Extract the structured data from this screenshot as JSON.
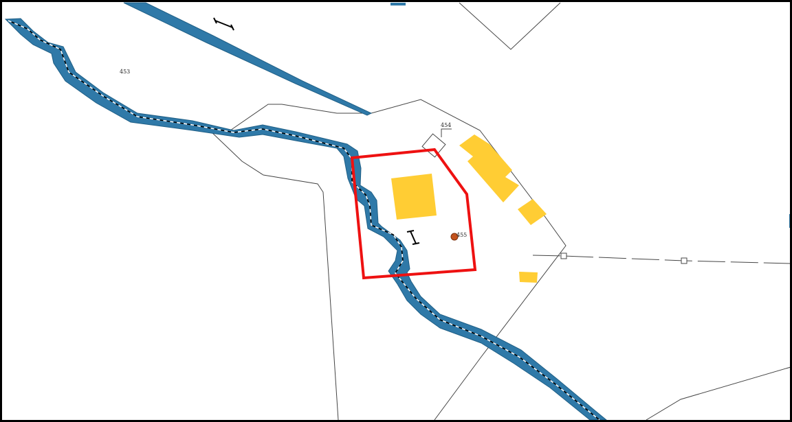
{
  "map": {
    "parcel_labels": [
      "453",
      "454",
      "455"
    ],
    "colors": {
      "river": "#2f79a8",
      "building": "#ffcd34",
      "highlight": "#ee1111",
      "parcel_line": "#444444"
    },
    "icons": [
      "bridge-arrow-icon",
      "point-marker-icon"
    ]
  }
}
